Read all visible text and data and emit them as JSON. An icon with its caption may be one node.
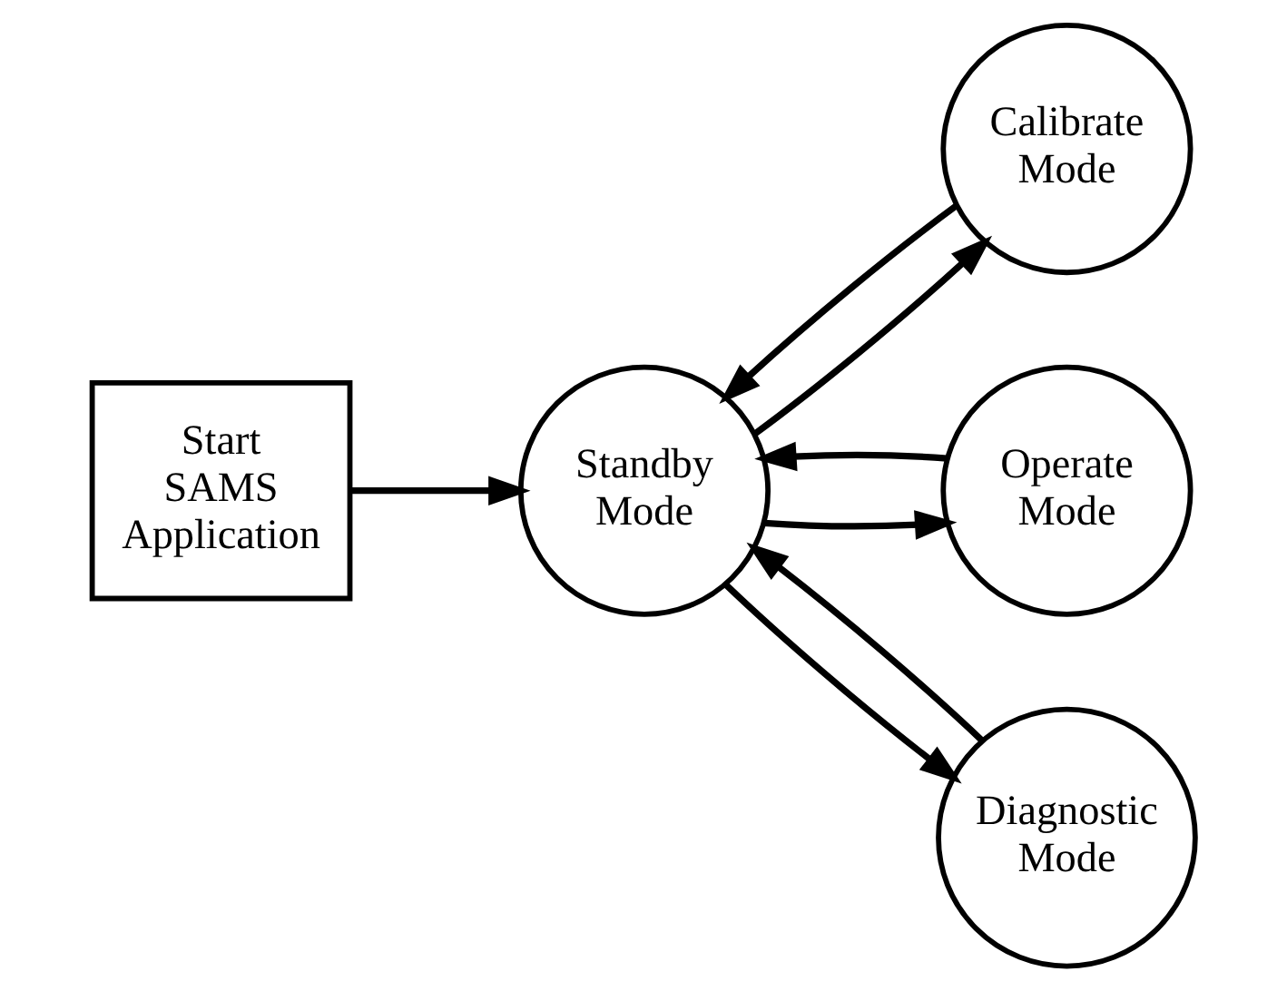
{
  "diagram": {
    "nodes": [
      {
        "text": [
          "Start SAMS Application"
        ]
      },
      {
        "text": [
          "Standby Mode"
        ]
      },
      {
        "text": [
          "Calibrate Mode"
        ]
      },
      {
        "text": [
          "Operate Mode"
        ]
      },
      {
        "text": [
          "Diagnostic Mode"
        ]
      }
    ],
    "edges": [
      {
        "from": 0,
        "to": 1,
        "arrow": "to"
      },
      {
        "from": 1,
        "to": 2,
        "arrow": "to"
      },
      {
        "from": 2,
        "to": 1,
        "arrow": "to"
      },
      {
        "from": 1,
        "to": 3,
        "arrow": "to"
      },
      {
        "from": 3,
        "to": 1,
        "arrow": "to"
      },
      {
        "from": 1,
        "to": 4,
        "arrow": "to"
      },
      {
        "from": 4,
        "to": 1,
        "arrow": "to"
      }
    ]
  }
}
